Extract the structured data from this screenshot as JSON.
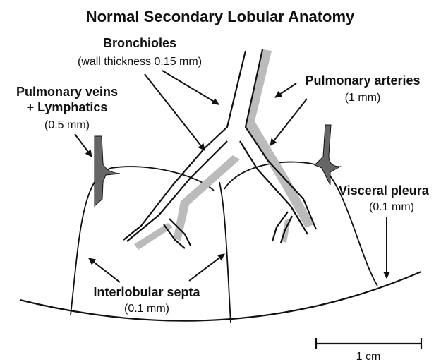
{
  "title": "Normal Secondary Lobular Anatomy",
  "labels": {
    "bronchioles": {
      "name": "Bronchioles",
      "detail": "(wall thickness 0.15 mm)"
    },
    "pulmonary_arteries": {
      "name": "Pulmonary arteries",
      "detail": "(1 mm)"
    },
    "pulmonary_veins": {
      "name_line1": "Pulmonary veins",
      "name_line2": "+ Lymphatics",
      "detail": "(0.5 mm)"
    },
    "visceral_pleura": {
      "name": "Visceral pleura",
      "detail": "(0.1 mm)"
    },
    "interlobular_septa": {
      "name": "Interlobular septa",
      "detail": "(0.1 mm)"
    }
  },
  "scale_bar": {
    "label": "1 cm"
  },
  "colors": {
    "artery": "#bbbbbb",
    "vein": "#666666",
    "line": "#111111"
  }
}
